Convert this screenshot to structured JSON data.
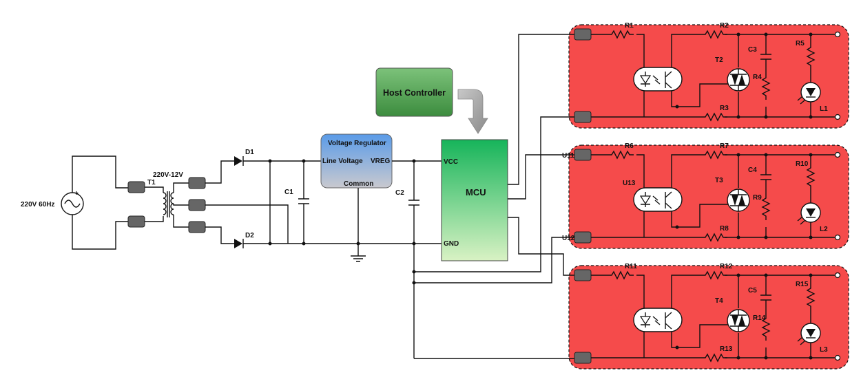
{
  "source": {
    "label": "220V 60Hz"
  },
  "transformer": {
    "ref": "T1",
    "label": "220V-12V"
  },
  "diodes": {
    "d1": "D1",
    "d2": "D2"
  },
  "capacitors": {
    "c1": "C1",
    "c2": "C2"
  },
  "regulator": {
    "title": "Voltage Regulator",
    "in": "Line Voltage",
    "out": "VREG",
    "common": "Common"
  },
  "host": {
    "label": "Host Controller"
  },
  "mcu": {
    "label": "MCU",
    "vcc": "VCC",
    "gnd": "GND"
  },
  "channels": [
    {
      "r_in": "R1",
      "r_top": "R2",
      "r_bot": "R3",
      "triac": "T2",
      "r_gate": "R4",
      "cap": "C3",
      "r_led": "R5",
      "lamp": "L1",
      "opto": "",
      "conn_top": "",
      "conn_bot": ""
    },
    {
      "r_in": "R6",
      "r_top": "R7",
      "r_bot": "R8",
      "triac": "T3",
      "r_gate": "R9",
      "cap": "C4",
      "r_led": "R10",
      "lamp": "L2",
      "opto": "U13",
      "conn_top": "U11",
      "conn_bot": "U12"
    },
    {
      "r_in": "R11",
      "r_top": "R12",
      "r_bot": "R13",
      "triac": "T4",
      "r_gate": "R14",
      "cap": "C5",
      "r_led": "R15",
      "lamp": "L3",
      "opto": "",
      "conn_top": "",
      "conn_bot": ""
    }
  ],
  "colors": {
    "zone": "#f54b4b",
    "regulator_top": "#5a9be8",
    "regulator_bottom": "#c9c9cf",
    "host_top": "#7cc27a",
    "host_bottom": "#3c8c3e",
    "mcu_top": "#16b45a",
    "mcu_bottom": "#d9f2c4"
  }
}
